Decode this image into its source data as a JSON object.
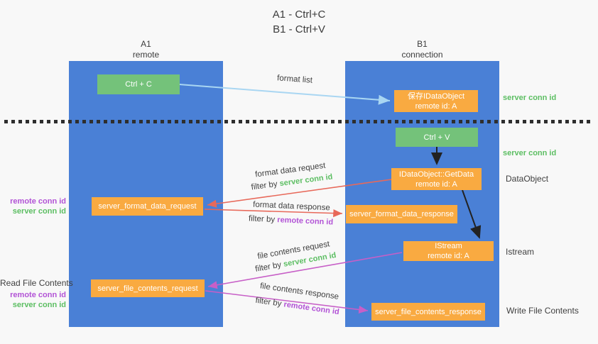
{
  "title": {
    "line1": "A1 - Ctrl+C",
    "line2": "B1 - Ctrl+V"
  },
  "lanes": {
    "a1": {
      "name": "A1",
      "subtitle": "remote"
    },
    "b1": {
      "name": "B1",
      "subtitle": "connection"
    }
  },
  "nodes": {
    "ctrl_c": {
      "label": "Ctrl + C"
    },
    "save_idataobject": {
      "line1": "保存IDataObject",
      "line2": "remote id: A"
    },
    "ctrl_v": {
      "label": "Ctrl + V"
    },
    "getdata": {
      "line1": "IDataObject::GetData",
      "line2": "remote id: A"
    },
    "server_format_data_request": {
      "label": "server_format_data_request"
    },
    "server_format_data_response": {
      "label": "server_format_data_response"
    },
    "istream": {
      "line1": "IStream",
      "line2": "remote id: A"
    },
    "server_file_contents_request": {
      "label": "server_file_contents_request"
    },
    "server_file_contents_response": {
      "label": "server_file_contents_response"
    }
  },
  "flow_labels": {
    "format_list": "format list",
    "format_data_request": "format data request",
    "format_data_response": "format data response",
    "file_contents_request": "file contents request",
    "file_contents_response": "file contents response",
    "filter_by": "filter by",
    "server_conn_id": "server conn id",
    "remote_conn_id": "remote conn id"
  },
  "side_labels": {
    "right_top_server_conn_id": "server conn id",
    "right_mid_server_conn_id": "server conn id",
    "dataobject": "DataObject",
    "istream": "Istream",
    "write_file_contents": "Write File Contents",
    "read_file_contents": "Read File Contents",
    "left_top_remote_conn_id": "remote conn id",
    "left_top_server_conn_id": "server conn id",
    "left_bottom_remote_conn_id": "remote conn id",
    "left_bottom_server_conn_id": "server conn id"
  },
  "colors": {
    "lane_blue": "#4a80d6",
    "green_box": "#74c27a",
    "orange_box": "#f9aa41",
    "text_dark": "#3f3f3f",
    "text_green": "#5cbe62",
    "text_purple": "#b253d6",
    "arrow_light_blue": "#a9d6f2",
    "arrow_red": "#e8695a",
    "arrow_magenta": "#c75fc7",
    "arrow_black": "#222222"
  }
}
